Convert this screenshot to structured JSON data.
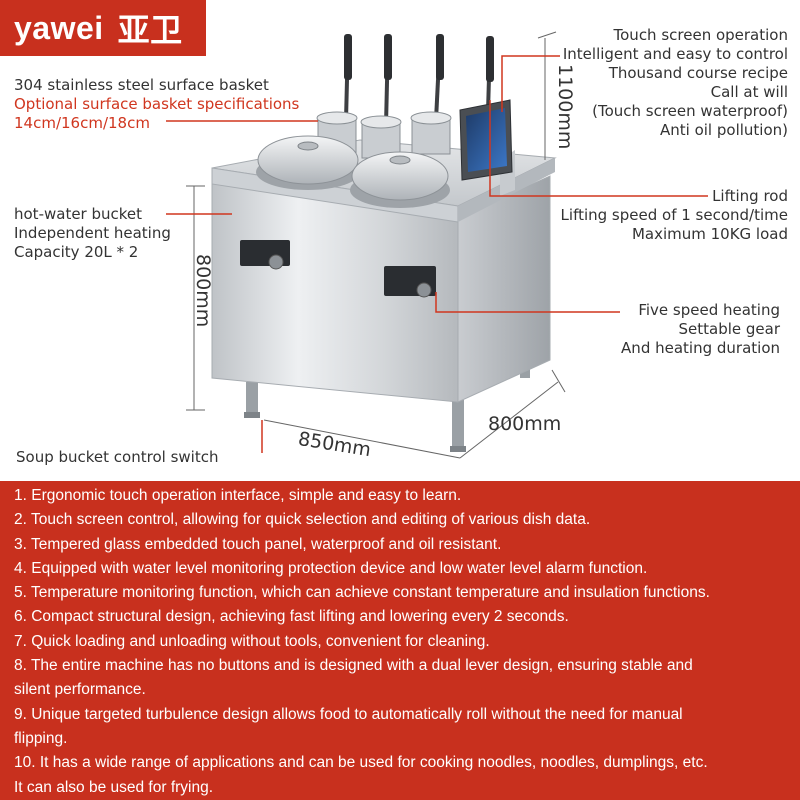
{
  "brand": {
    "name": "yawei",
    "chinese": "亚卫"
  },
  "callouts": {
    "basket": {
      "line1": "304 stainless steel surface basket",
      "line2": "Optional surface basket specifications",
      "line3": "14cm/16cm/18cm"
    },
    "bucket": {
      "line1": "hot-water bucket",
      "line2": "Independent heating",
      "line3": "Capacity 20L * 2"
    },
    "switch": "Soup bucket control switch",
    "touch": {
      "line1": "Touch screen operation",
      "line2": "Intelligent and easy to control",
      "line3": "Thousand course recipe",
      "line4": "Call at will",
      "line5": "(Touch screen waterproof)",
      "line6": "Anti oil pollution)"
    },
    "lifting": {
      "line1": "Lifting rod",
      "line2": "Lifting speed of 1 second/time",
      "line3": "Maximum 10KG load"
    },
    "heating": {
      "line1": "Five speed heating",
      "line2": "Settable gear",
      "line3": "And heating duration"
    }
  },
  "dimensions": {
    "height_total": "1100mm",
    "height_body": "800mm",
    "width": "850mm",
    "depth": "800mm"
  },
  "features": [
    "1. Ergonomic touch operation interface, simple and easy to learn.",
    "2. Touch screen control, allowing for quick selection and editing of various dish data.",
    "3. Tempered glass embedded touch panel, waterproof and oil resistant.",
    "4. Equipped with water level monitoring protection device and low water level alarm function.",
    "5. Temperature monitoring function, which can achieve constant temperature and insulation functions.",
    "6. Compact structural design, achieving fast lifting and lowering every 2 seconds.",
    "7. Quick loading and unloading without tools, convenient for cleaning.",
    "8. The entire machine has no buttons and is designed with a dual lever design, ensuring stable and",
    "silent performance.",
    "9. Unique targeted turbulence design allows food to automatically roll without the need for manual",
    " flipping.",
    "10. It has a wide range of applications and can be used for cooking noodles, noodles, dumplings, etc.",
    "It can also be used for frying."
  ],
  "colors": {
    "brand_red": "#c8301e",
    "callout_red": "#d0361f",
    "steel": "#d9dcdf"
  }
}
